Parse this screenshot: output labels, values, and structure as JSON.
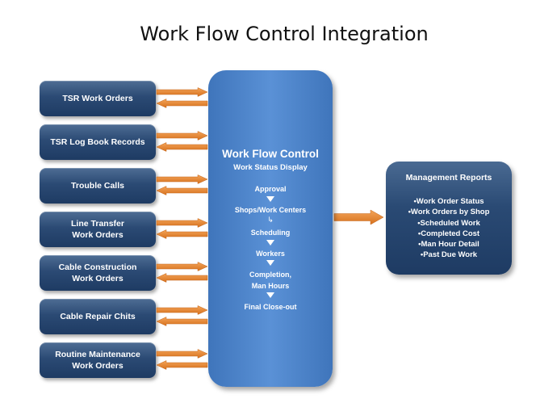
{
  "title": "Work Flow Control Integration",
  "sources": [
    {
      "line1": "TSR Work Orders",
      "line2": ""
    },
    {
      "line1": "TSR Log Book Records",
      "line2": ""
    },
    {
      "line1": "Trouble Calls",
      "line2": ""
    },
    {
      "line1": "Line Transfer",
      "line2": "Work Orders"
    },
    {
      "line1": "Cable Construction",
      "line2": "Work Orders"
    },
    {
      "line1": "Cable Repair Chits",
      "line2": ""
    },
    {
      "line1": "Routine Maintenance",
      "line2": "Work Orders"
    }
  ],
  "main": {
    "title": "Work Flow Control",
    "subtitle": "Work Status Display",
    "steps": {
      "approval": "Approval",
      "shops": "Shops/Work Centers",
      "scheduling": "Scheduling",
      "workers": "Workers",
      "completion1": "Completion,",
      "completion2": "Man Hours",
      "closeout": "Final Close-out"
    },
    "hook_glyph": "↳"
  },
  "management": {
    "title": "Management Reports",
    "items": [
      "•Work Order Status",
      "•Work Orders by Shop",
      "•Scheduled Work",
      "•Completed Cost",
      "•Man Hour Detail",
      "•Past Due Work"
    ]
  },
  "colors": {
    "arrow": "#e8862e",
    "box_dark": "#1e3b63",
    "main_blue": "#4f86cc"
  }
}
